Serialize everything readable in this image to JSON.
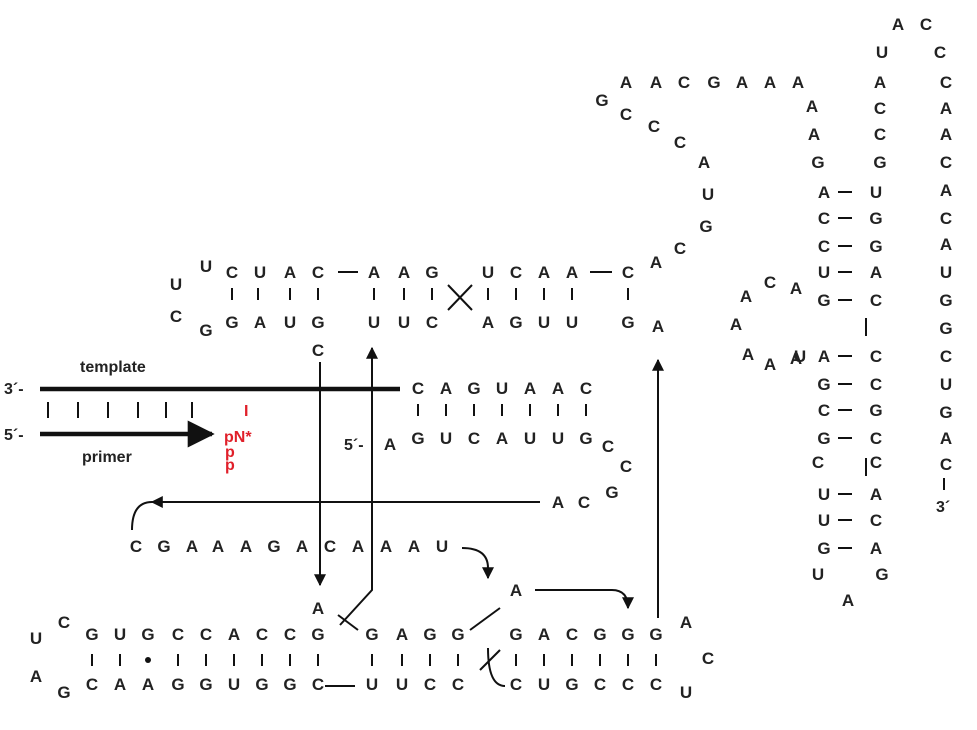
{
  "colors": {
    "ink": "#222222",
    "accent": "#e0202a"
  },
  "labels": {
    "template": "template",
    "primer": "primer",
    "three_prime_left": "3´-",
    "five_prime_left": "5´-",
    "five_prime_mid": "5´-",
    "three_prime_right": "3´",
    "pN": "pN*",
    "p": "p",
    "red_tick": "I"
  },
  "strands": {
    "top_left_upper": [
      "C",
      "U",
      "A",
      "C"
    ],
    "top_left_lower": [
      "G",
      "A",
      "U",
      "G"
    ],
    "top_mid_upper": [
      "A",
      "A",
      "G"
    ],
    "top_mid_lower": [
      "U",
      "U",
      "C"
    ],
    "top_right_upper": [
      "U",
      "C",
      "A",
      "A"
    ],
    "top_right_lower": [
      "A",
      "G",
      "U",
      "U"
    ],
    "top_loop": [
      "U",
      "U",
      "C",
      "G"
    ],
    "template_3prime": [
      "C",
      "A",
      "G",
      "U",
      "A",
      "A",
      "C"
    ],
    "template_5prime": [
      "G",
      "U",
      "C",
      "A",
      "U",
      "U",
      "G"
    ],
    "mid_right": [
      "C",
      "C",
      "G",
      "C",
      "A"
    ],
    "cgaaaga": [
      "C",
      "G",
      "A",
      "A",
      "A",
      "G",
      "A",
      "C",
      "A",
      "A",
      "A",
      "U"
    ],
    "bottom_left_upper": [
      "G",
      "U",
      "G",
      "C",
      "C",
      "A",
      "C",
      "C",
      "G"
    ],
    "bottom_left_lower": [
      "C",
      "A",
      "A",
      "G",
      "G",
      "U",
      "G",
      "G",
      "C"
    ],
    "bottom_left_loop": [
      "C",
      "U",
      "A",
      "G"
    ],
    "bottom_mid_upper": [
      "G",
      "A",
      "G",
      "G"
    ],
    "bottom_mid_lower": [
      "U",
      "U",
      "C",
      "C"
    ],
    "bottom_right_upper": [
      "G",
      "A",
      "C",
      "G",
      "G",
      "G"
    ],
    "bottom_right_lower": [
      "C",
      "U",
      "G",
      "C",
      "C",
      "C"
    ],
    "bottom_right_loop": [
      "A",
      "C",
      "U"
    ],
    "single_a": "A",
    "single_c": "C",
    "single_g": "G",
    "top_arc_left": [
      "G",
      "C",
      "C",
      "C",
      "A",
      "U",
      "G",
      "C",
      "A"
    ],
    "top_arc_row": [
      "A",
      "A",
      "C",
      "G",
      "A",
      "A",
      "A"
    ],
    "top_arc_right": [
      "A",
      "A",
      "G"
    ],
    "hairpin_left": [
      "A",
      "C",
      "C",
      "U",
      "G",
      "A",
      "G",
      "C",
      "G",
      "C",
      "U",
      "U",
      "G",
      "U",
      "U"
    ],
    "hairpin_right": [
      "U",
      "G",
      "G",
      "A",
      "C",
      "C",
      "C",
      "G",
      "C",
      "C",
      "A",
      "C",
      "A",
      "G"
    ],
    "hairpin_bulge": [
      "A",
      "C",
      "A",
      "A",
      "A",
      "A",
      "A"
    ],
    "hairpin_bottom": "A",
    "right_column": [
      "C",
      "A",
      "A",
      "C",
      "A",
      "C",
      "A",
      "U",
      "G",
      "G",
      "C",
      "U",
      "G",
      "A",
      "C"
    ],
    "right_top": [
      "A",
      "C",
      "U",
      "C",
      "A",
      "C",
      "C",
      "G"
    ]
  }
}
